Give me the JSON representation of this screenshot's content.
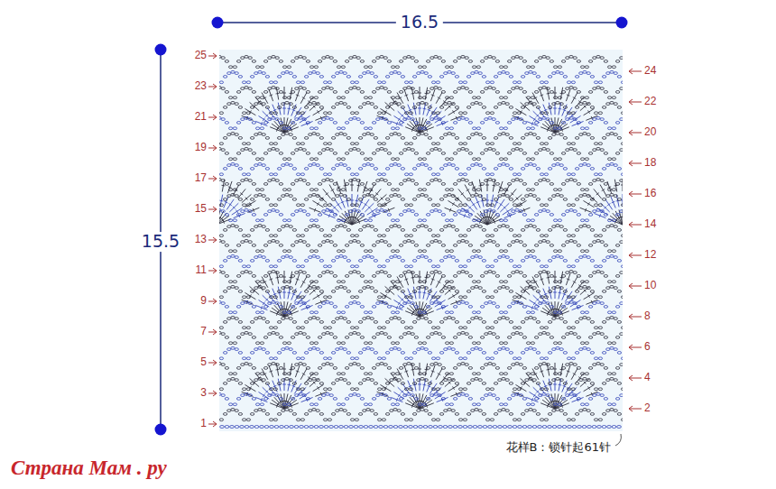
{
  "diagram": {
    "labels": [
      "16.5",
      "15.5",
      "25",
      "24",
      "23",
      "22",
      "21",
      "20",
      "19",
      "18",
      "17",
      "16",
      "15",
      "14",
      "13",
      "12",
      "11",
      "10",
      "9",
      "8",
      "7",
      "6",
      "5",
      "4",
      "3",
      "2",
      "1",
      "花样B：锁针起61针",
      "Страна Мам . ру"
    ]
  }
}
